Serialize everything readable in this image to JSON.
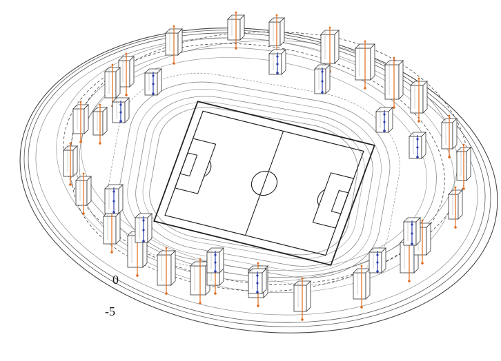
{
  "levels": {
    "upper": "0",
    "lower": "-5"
  },
  "colors": {
    "line": "#333333",
    "light": "#8a8a8a",
    "pitch": "#222222",
    "orange": "#e06a1c",
    "blue": "#2a3fa8"
  },
  "components": {
    "outer_blocks": 34,
    "inner_blocks": 9
  }
}
